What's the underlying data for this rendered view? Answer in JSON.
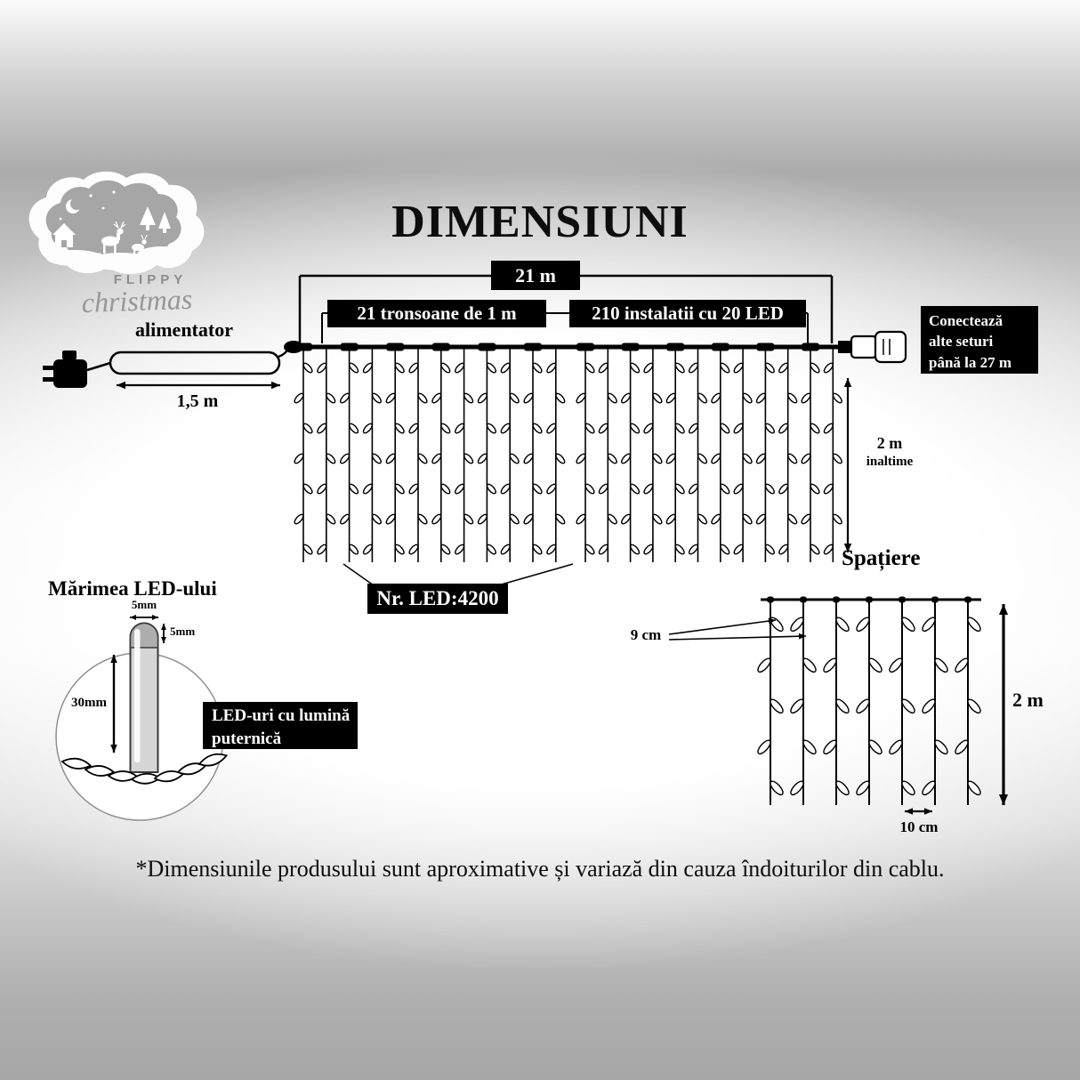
{
  "title": "DIMENSIUNI",
  "logo": {
    "brand_top": "FLIPPY",
    "brand_script": "christmas"
  },
  "main_diagram": {
    "total_width_label": "21 m",
    "sections_label": "21 tronsoane de 1 m",
    "installations_label": "210 instalatii cu 20 LED",
    "adapter_label": "alimentator",
    "cord_length_label": "1,5 m",
    "height_label": "2 m",
    "height_sublabel": "inaltime",
    "led_count_label": "Nr. LED:4200",
    "connect_note": [
      "Conectează",
      "alte seturi",
      "până la 27 m"
    ]
  },
  "spacing_diagram": {
    "heading": "Spațiere",
    "drop_gap_label": "9 cm",
    "height_label": "2 m",
    "bulb_gap_label": "10 cm"
  },
  "led_size": {
    "heading": "Mărimea LED-ului",
    "cap_width_label": "5mm",
    "cap_height_label": "5mm",
    "body_height_label": "30mm",
    "note_lines": [
      "LED-uri cu lumină",
      "puternică"
    ]
  },
  "footer_note": "*Dimensiunile produsului sunt aproximative și variază din cauza îndoiturilor din cablu."
}
